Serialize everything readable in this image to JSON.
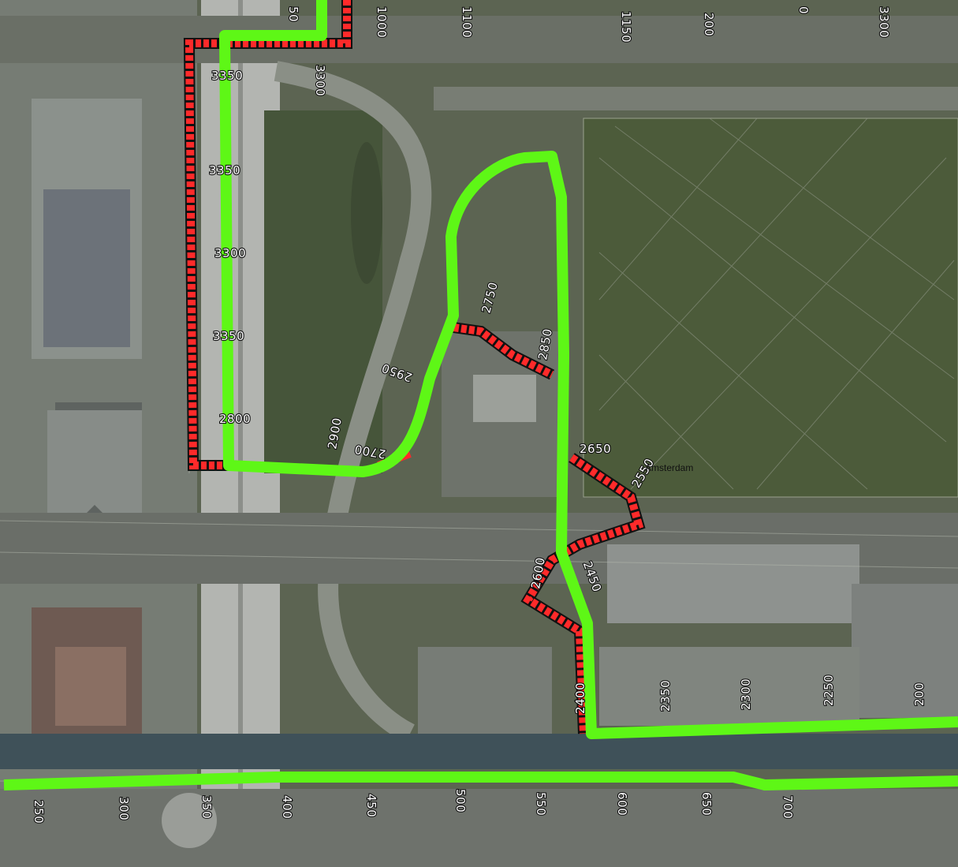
{
  "map": {
    "place_label": "Amsterdam",
    "colors": {
      "green_route": "#5ef716",
      "red_route": "#ff2a2a",
      "built_area": "#747a72",
      "vegetation": "#4a5a36",
      "water": "#3f5159",
      "highway": "#b3b5b1"
    },
    "station_labels": [
      {
        "text": "50"
      },
      {
        "text": "1000"
      },
      {
        "text": "1100"
      },
      {
        "text": "1150"
      },
      {
        "text": "200"
      },
      {
        "text": "0"
      },
      {
        "text": "3300"
      },
      {
        "text": "3350"
      },
      {
        "text": "3300"
      },
      {
        "text": "3350"
      },
      {
        "text": "3300"
      },
      {
        "text": "3350"
      },
      {
        "text": "2800"
      },
      {
        "text": "2750"
      },
      {
        "text": "2850"
      },
      {
        "text": "2950"
      },
      {
        "text": "2900"
      },
      {
        "text": "2700"
      },
      {
        "text": "2650"
      },
      {
        "text": "2550"
      },
      {
        "text": "2600"
      },
      {
        "text": "2450"
      },
      {
        "text": "2400"
      },
      {
        "text": "2350"
      },
      {
        "text": "2300"
      },
      {
        "text": "2250"
      },
      {
        "text": "200"
      },
      {
        "text": "250"
      },
      {
        "text": "300"
      },
      {
        "text": "350"
      },
      {
        "text": "400"
      },
      {
        "text": "450"
      },
      {
        "text": "500"
      },
      {
        "text": "550"
      },
      {
        "text": "600"
      },
      {
        "text": "650"
      },
      {
        "text": "700"
      }
    ]
  }
}
